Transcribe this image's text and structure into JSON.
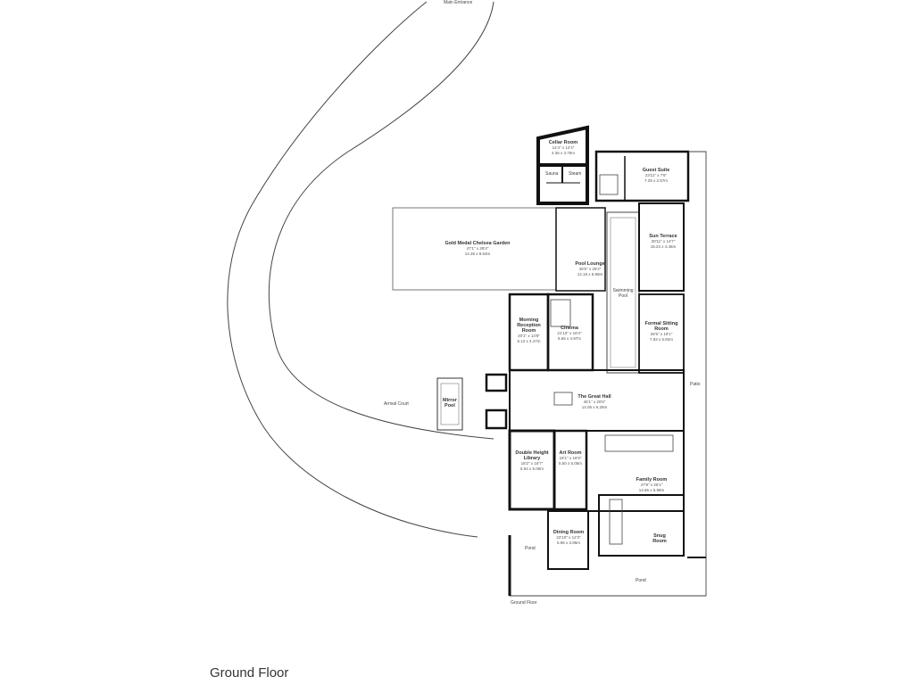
{
  "caption": "Ground Floor",
  "labels": {
    "main_entrance": "Main Entrance",
    "ground_floor": "Ground Floor",
    "arrival_court": "Arrival Court",
    "patio": "Patio",
    "pond_left": "Pond",
    "pond_bottom": "Pond",
    "swimming_pool": "Swimming Pool",
    "sauna": "Sauna",
    "steam": "Steam"
  },
  "rooms": {
    "cellar": {
      "name": "Cellar Room",
      "dims": "14'4\" x 12'4\"",
      "metric": "4.36 x 3.76m"
    },
    "guest_suite": {
      "name": "Guest Suite",
      "dims": "23'11\" x 7'6\"",
      "metric": "7.29 x 2.57m"
    },
    "garden": {
      "name": "Gold Medal Chelsea Garden",
      "dims": "47'1\" x 28'4\"",
      "metric": "14.35 x 8.63m"
    },
    "sun_terrace": {
      "name": "Sun Terrace",
      "dims": "30'11\" x 14'7\"",
      "metric": "15.24 x 4.46m"
    },
    "pool_lounge": {
      "name": "Pool Lounge",
      "dims": "46'6\" x 29'2\"",
      "metric": "14.18 x 8.89m"
    },
    "morning_reception": {
      "name": "Morning Reception Room",
      "dims": "20'1\" x 14'8\"",
      "metric": "6.12 x 4.47m"
    },
    "cinema": {
      "name": "Cinema",
      "dims": "21'10\" x 16'4\"",
      "metric": "6.65 x 4.97m"
    },
    "formal_sitting": {
      "name": "Formal Sitting Room",
      "dims": "26'5\" x 19'1\"",
      "metric": "7.93 x 5.82m"
    },
    "mirror_pool": {
      "name": "Mirror Pool"
    },
    "great_hall": {
      "name": "The Great Hall",
      "dims": "46'1\" x 20'6\"",
      "metric": "14.05 x 6.25m"
    },
    "library": {
      "name": "Double Height Library",
      "dims": "18'2\" x 16'7\"",
      "metric": "5.54 x 5.06m"
    },
    "art_room": {
      "name": "Art Room",
      "dims": "18'1\" x 16'9\"",
      "metric": "5.50 x 5.05m"
    },
    "family_room": {
      "name": "Family Room",
      "dims": "47'9\" x 26'1\"",
      "metric": "14.55 x 5.98m"
    },
    "dining": {
      "name": "Dining Room",
      "dims": "22'10\" x 12'3\"",
      "metric": "6.96 x 3.95m"
    },
    "snug": {
      "name": "Snug Room"
    }
  }
}
